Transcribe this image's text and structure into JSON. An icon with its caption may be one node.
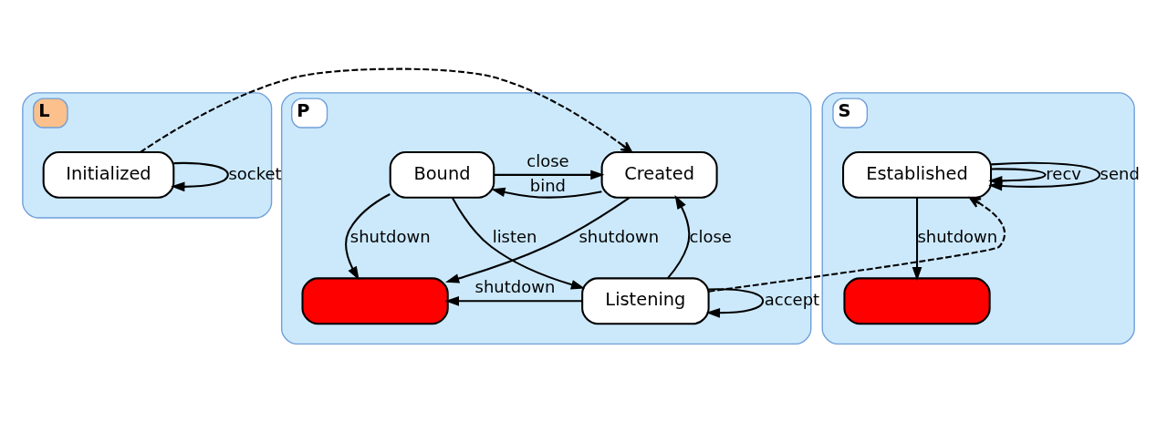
{
  "diagram": {
    "nodes": [
      {
        "text": [
          "L"
        ]
      },
      {
        "text": [
          "Initialized"
        ],
        "in": 0
      },
      {
        "text": [
          "P"
        ]
      },
      {
        "text": [
          "Created"
        ],
        "in": 2
      },
      {
        "text": [
          "Bound"
        ],
        "in": 2
      },
      {
        "text": [],
        "shape": "box",
        "in": 2
      },
      {
        "text": [
          "Listening"
        ],
        "in": 2
      },
      {
        "text": [
          "S"
        ]
      },
      {
        "text": [
          "Established"
        ],
        "in": 7
      },
      {
        "text": [],
        "shape": "box",
        "in": 7
      }
    ],
    "edges": [
      {
        "from": 1,
        "to": 1,
        "arrow": "to",
        "label": "socket"
      },
      {
        "from": 1,
        "to": 3,
        "arrow": "to",
        "style": "dashed"
      },
      {
        "from": 3,
        "to": 4,
        "arrow": "to",
        "label": "bind"
      },
      {
        "from": 4,
        "to": 3,
        "arrow": "to",
        "label": "close"
      },
      {
        "from": 3,
        "to": 5,
        "arrow": "to",
        "label": "shutdown"
      },
      {
        "from": 4,
        "to": 5,
        "arrow": "to",
        "label": "shutdown"
      },
      {
        "from": 6,
        "to": 3,
        "arrow": "to",
        "label": "close"
      },
      {
        "from": 4,
        "to": 6,
        "arrow": "to",
        "label": "listen"
      },
      {
        "from": 6,
        "to": 6,
        "arrow": "to",
        "label": "accept"
      },
      {
        "from": 6,
        "to": 5,
        "arrow": "to",
        "label": "shutdown"
      },
      {
        "from": 6,
        "to": 8,
        "arrow": "to",
        "style": "dashed"
      },
      {
        "from": 8,
        "to": 8,
        "arrow": "to",
        "label": "recv"
      },
      {
        "from": 8,
        "to": 8,
        "arrow": "to",
        "label": "send"
      },
      {
        "from": 8,
        "to": 9,
        "arrow": "to",
        "label": "shutdown"
      }
    ]
  }
}
